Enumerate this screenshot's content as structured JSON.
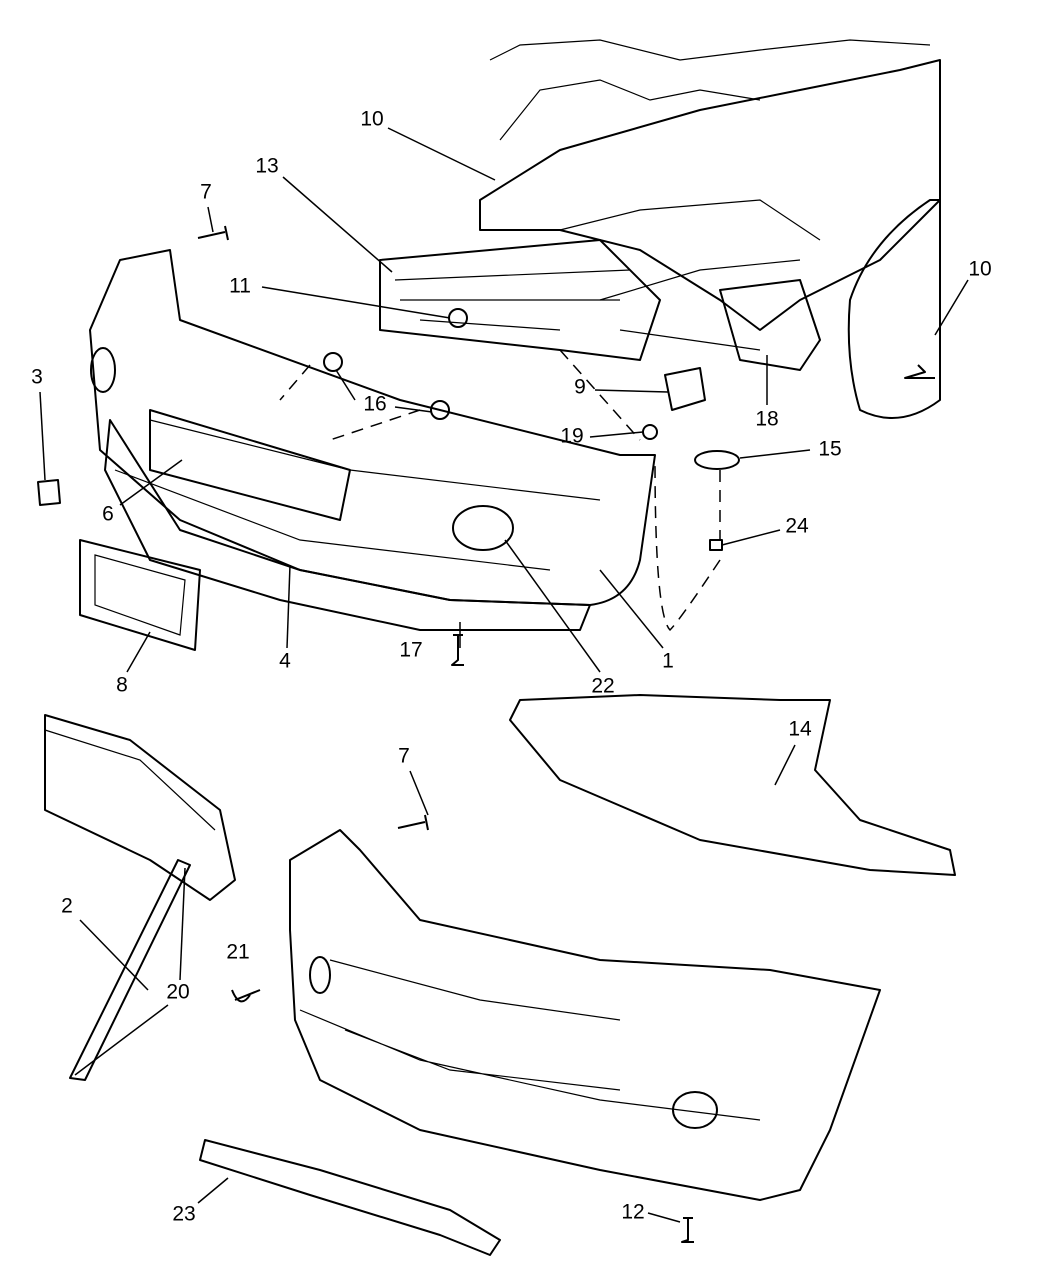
{
  "diagram": {
    "callouts": [
      {
        "id": "c10a",
        "label": "10"
      },
      {
        "id": "c13",
        "label": "13"
      },
      {
        "id": "c7a",
        "label": "7"
      },
      {
        "id": "c11",
        "label": "11"
      },
      {
        "id": "c3",
        "label": "3"
      },
      {
        "id": "c16",
        "label": "16"
      },
      {
        "id": "c9",
        "label": "9"
      },
      {
        "id": "c19",
        "label": "19"
      },
      {
        "id": "c18",
        "label": "18"
      },
      {
        "id": "c10b",
        "label": "10"
      },
      {
        "id": "c15",
        "label": "15"
      },
      {
        "id": "c24",
        "label": "24"
      },
      {
        "id": "c6",
        "label": "6"
      },
      {
        "id": "c8",
        "label": "8"
      },
      {
        "id": "c4",
        "label": "4"
      },
      {
        "id": "c17",
        "label": "17"
      },
      {
        "id": "c22",
        "label": "22"
      },
      {
        "id": "c1",
        "label": "1"
      },
      {
        "id": "c14",
        "label": "14"
      },
      {
        "id": "c7b",
        "label": "7"
      },
      {
        "id": "c2",
        "label": "2"
      },
      {
        "id": "c21",
        "label": "21"
      },
      {
        "id": "c20",
        "label": "20"
      },
      {
        "id": "c23",
        "label": "23"
      },
      {
        "id": "c12",
        "label": "12"
      }
    ]
  }
}
